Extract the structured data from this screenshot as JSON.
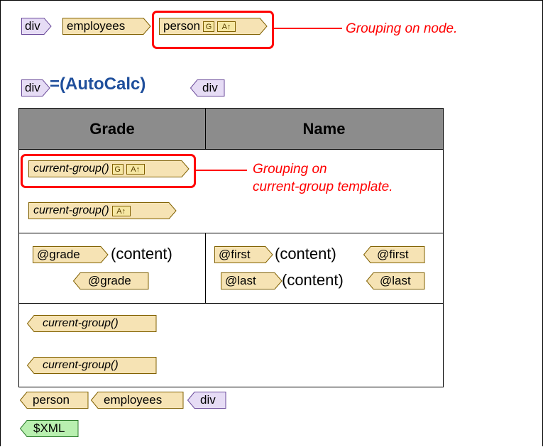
{
  "top_path": {
    "div": "div",
    "employees": "employees",
    "person": "person",
    "person_group_icon": "G",
    "person_sort_icon": "A↑",
    "annotation": "Grouping on node."
  },
  "autocalc": {
    "div_open": "div",
    "label": "=(AutoCalc)",
    "div_close": "div"
  },
  "table": {
    "headers": [
      "Grade",
      "Name"
    ],
    "group_row": {
      "tag1": "current-group()",
      "tag1_group_icon": "G",
      "tag1_sort_icon": "A↑",
      "annotation_line1": "Grouping on",
      "annotation_line2": "current-group template.",
      "tag2": "current-group()",
      "tag2_sort_icon": "A↑"
    },
    "data_row": {
      "grade_open": "@grade",
      "grade_content": "(content)",
      "grade_close": "@grade",
      "first_open": "@first",
      "first_content": "(content)",
      "first_close": "@first",
      "last_open": "@last",
      "last_content": "(content)",
      "last_close": "@last"
    },
    "close_row": {
      "tag1": "current-group()",
      "tag2": "current-group()"
    }
  },
  "bottom_path": {
    "person": "person",
    "employees": "employees",
    "div": "div",
    "xml": "$XML"
  },
  "colors": {
    "div_fill": "#e6dcf5",
    "div_stroke": "#6a4a9a",
    "node_fill": "#f6e3b4",
    "node_stroke": "#806000",
    "xml_fill": "#b9f0b0",
    "xml_stroke": "#2a7a2a",
    "annotation": "#ff0000",
    "header_bg": "#8c8c8c",
    "autocalc": "#1f4f9c"
  }
}
